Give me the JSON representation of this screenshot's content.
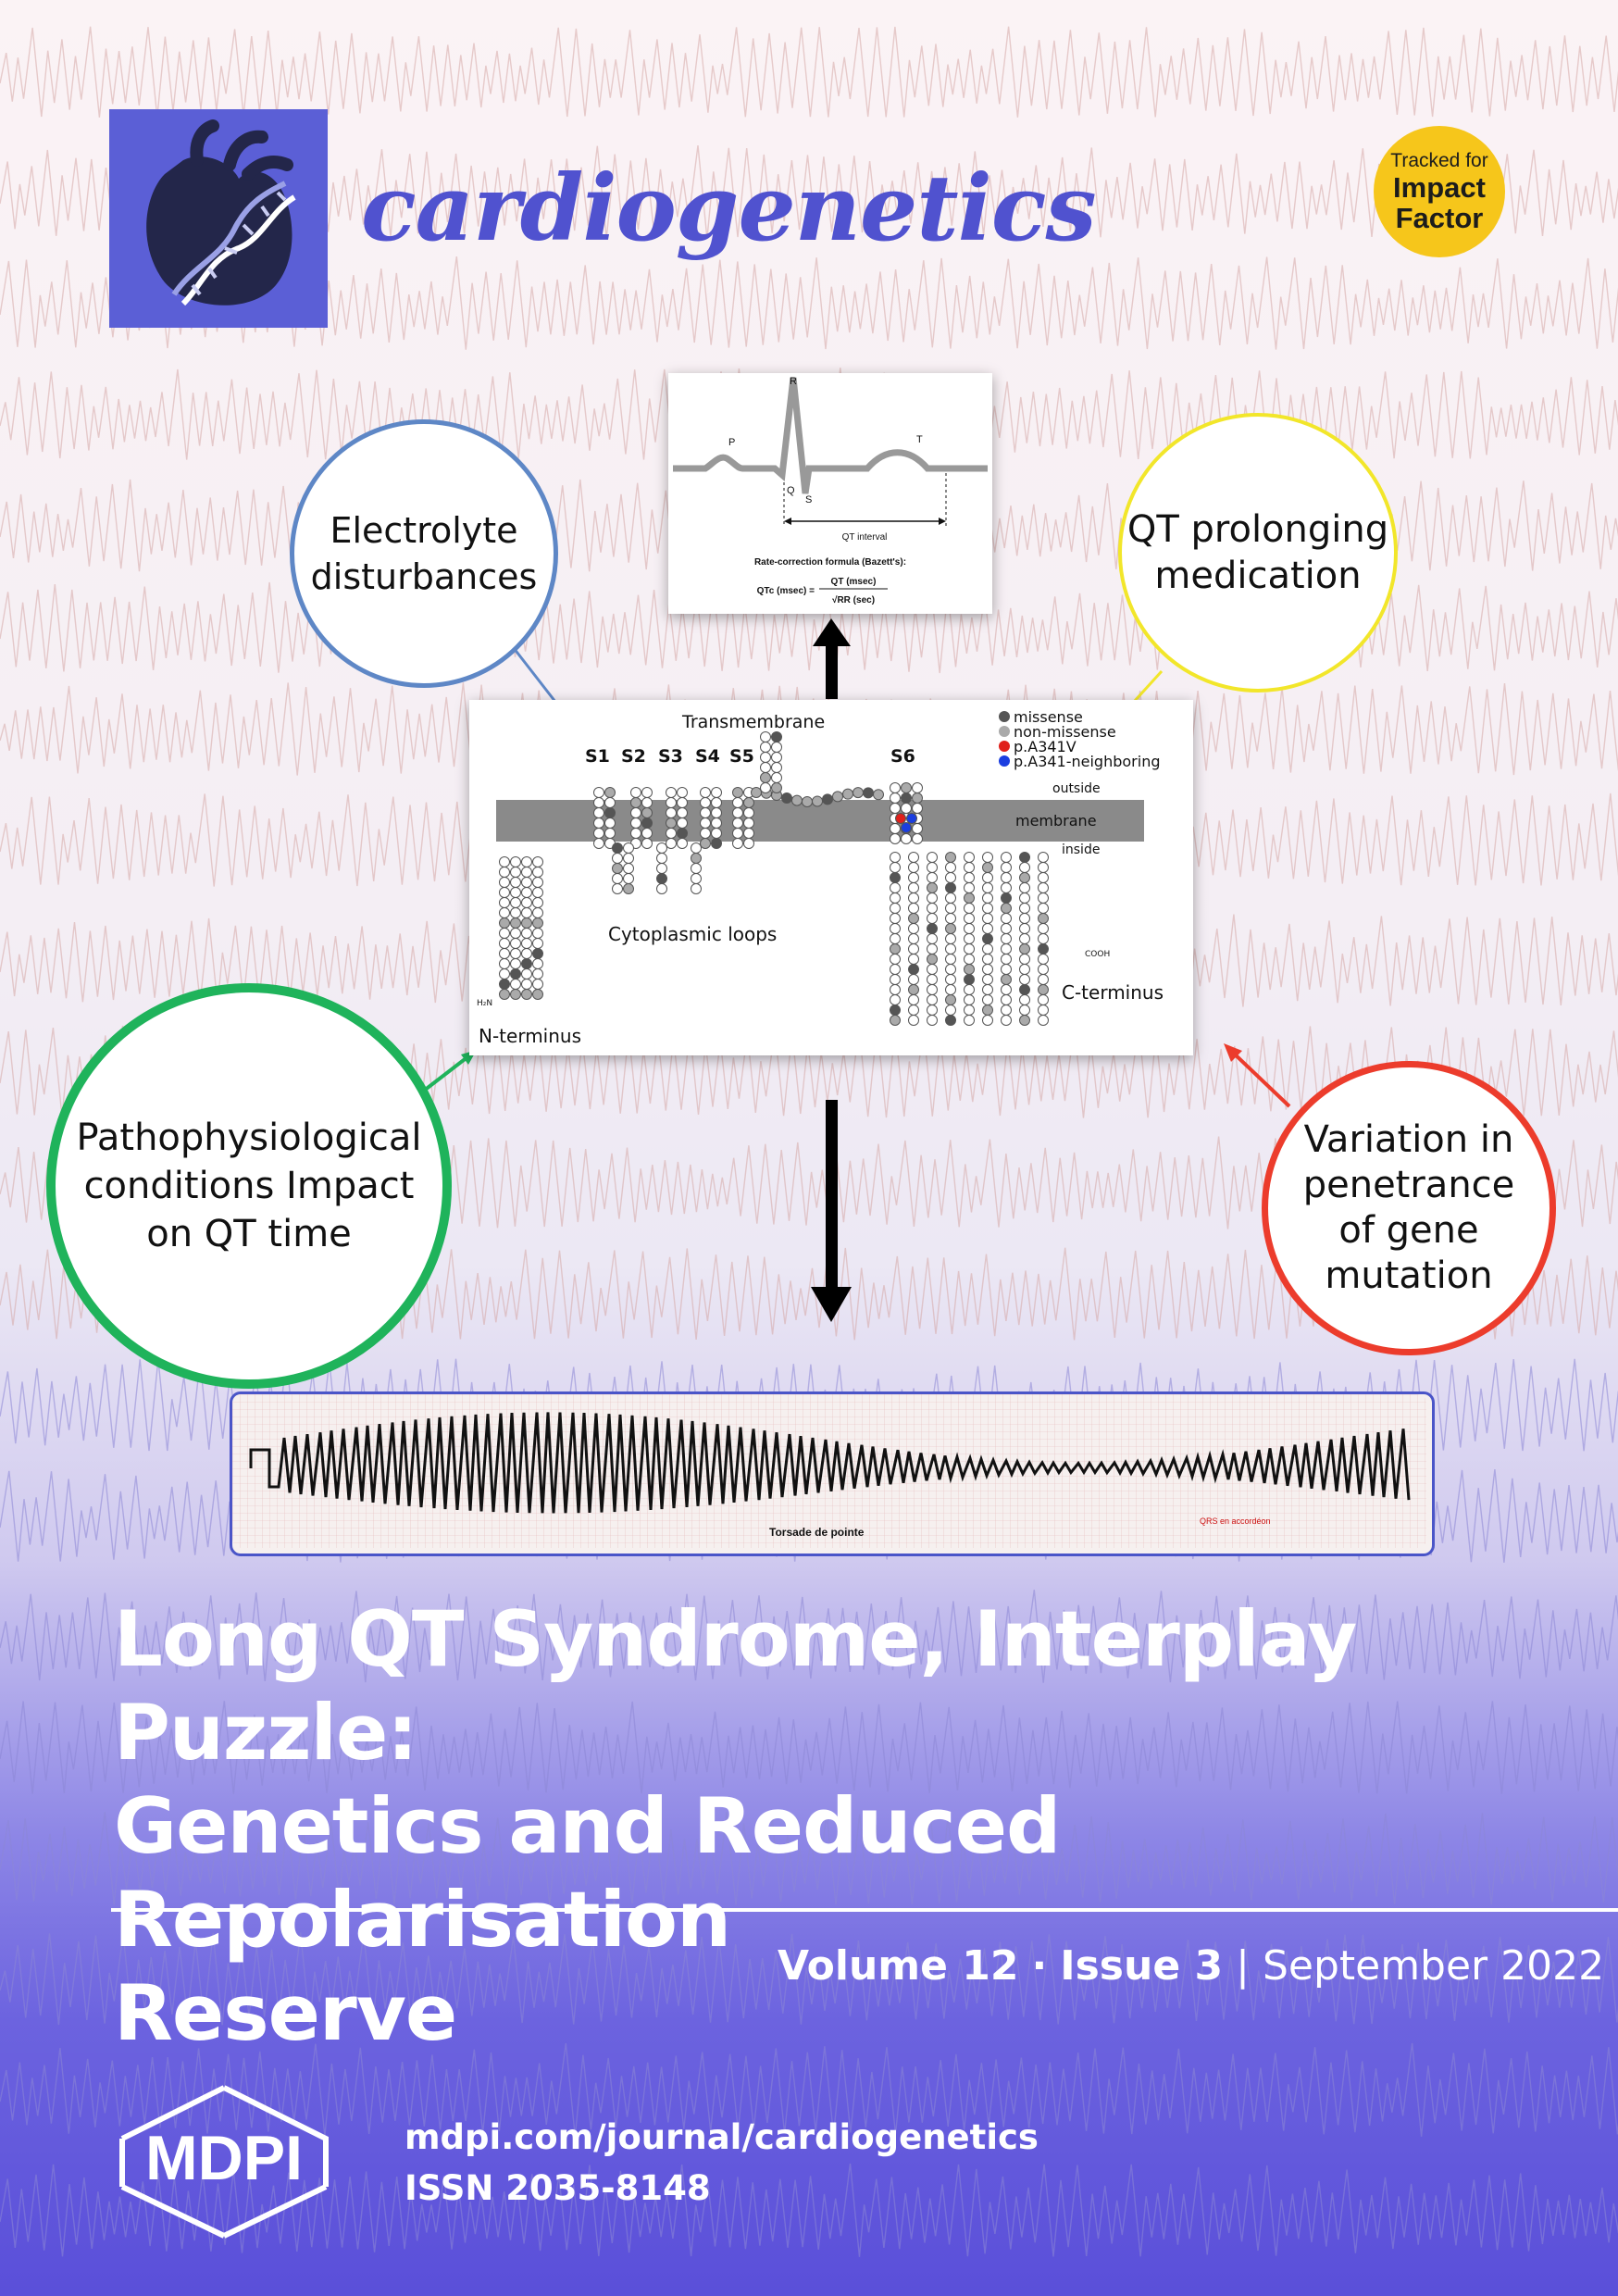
{
  "journal": {
    "name": "cardiogenetics",
    "impact_small": "Tracked for",
    "impact_big_1": "Impact",
    "impact_big_2": "Factor"
  },
  "colors": {
    "brand": "#5052cf",
    "impact_badge": "#f6c61b",
    "electrolyte": "#5e87c6",
    "qt_med": "#f2e62a",
    "patho": "#1fb35b",
    "variation": "#ec3c2c"
  },
  "icons": {
    "logo": "heart-dna-icon",
    "publisher": "mdpi-hexagon-icon"
  },
  "bubbles": {
    "electrolyte": [
      "Electrolyte",
      "disturbances"
    ],
    "qt_med": [
      "QT prolonging",
      "medication"
    ],
    "patho": [
      "Pathophysiological",
      "conditions Impact",
      "on QT time"
    ],
    "variation": [
      "Variation in",
      "penetrance",
      "of gene",
      "mutation"
    ]
  },
  "qt_figure": {
    "wave_labels": {
      "p": "P",
      "q": "Q",
      "r": "R",
      "s": "S",
      "t": "T"
    },
    "interval": "QT interval",
    "formula_title": "Rate-correction formula (Bazett's):",
    "formula_lhs": "QTc (msec) =",
    "formula_num": "QT (msec)",
    "formula_den": "√RR (sec)"
  },
  "protein": {
    "title": "Transmembrane",
    "segments": [
      "S1",
      "S2",
      "S3",
      "S4",
      "S5",
      "S6"
    ],
    "legend": [
      "missense",
      "non-missense",
      "p.A341V",
      "p.A341-neighboring"
    ],
    "outside": "outside",
    "membrane": "membrane",
    "inside": "inside",
    "loops": "Cytoplasmic loops",
    "n_term": "N-terminus",
    "c_term": "C-terminus",
    "h2n": "H₂N",
    "cooh": "COOH"
  },
  "torsade": {
    "caption": "Torsade de pointe",
    "note": "QRS en accordéon"
  },
  "cover_title": [
    "Long QT Syndrome, Interplay Puzzle:",
    "Genetics and Reduced Repolarisation",
    "Reserve"
  ],
  "issue": {
    "volume": "Volume 12",
    "sep": "·",
    "issue": "Issue 3",
    "bar": "|",
    "date": "September 2022"
  },
  "publisher": {
    "name": "MDPI",
    "url": "mdpi.com/journal/cardiogenetics",
    "issn": "ISSN 2035-8148"
  }
}
